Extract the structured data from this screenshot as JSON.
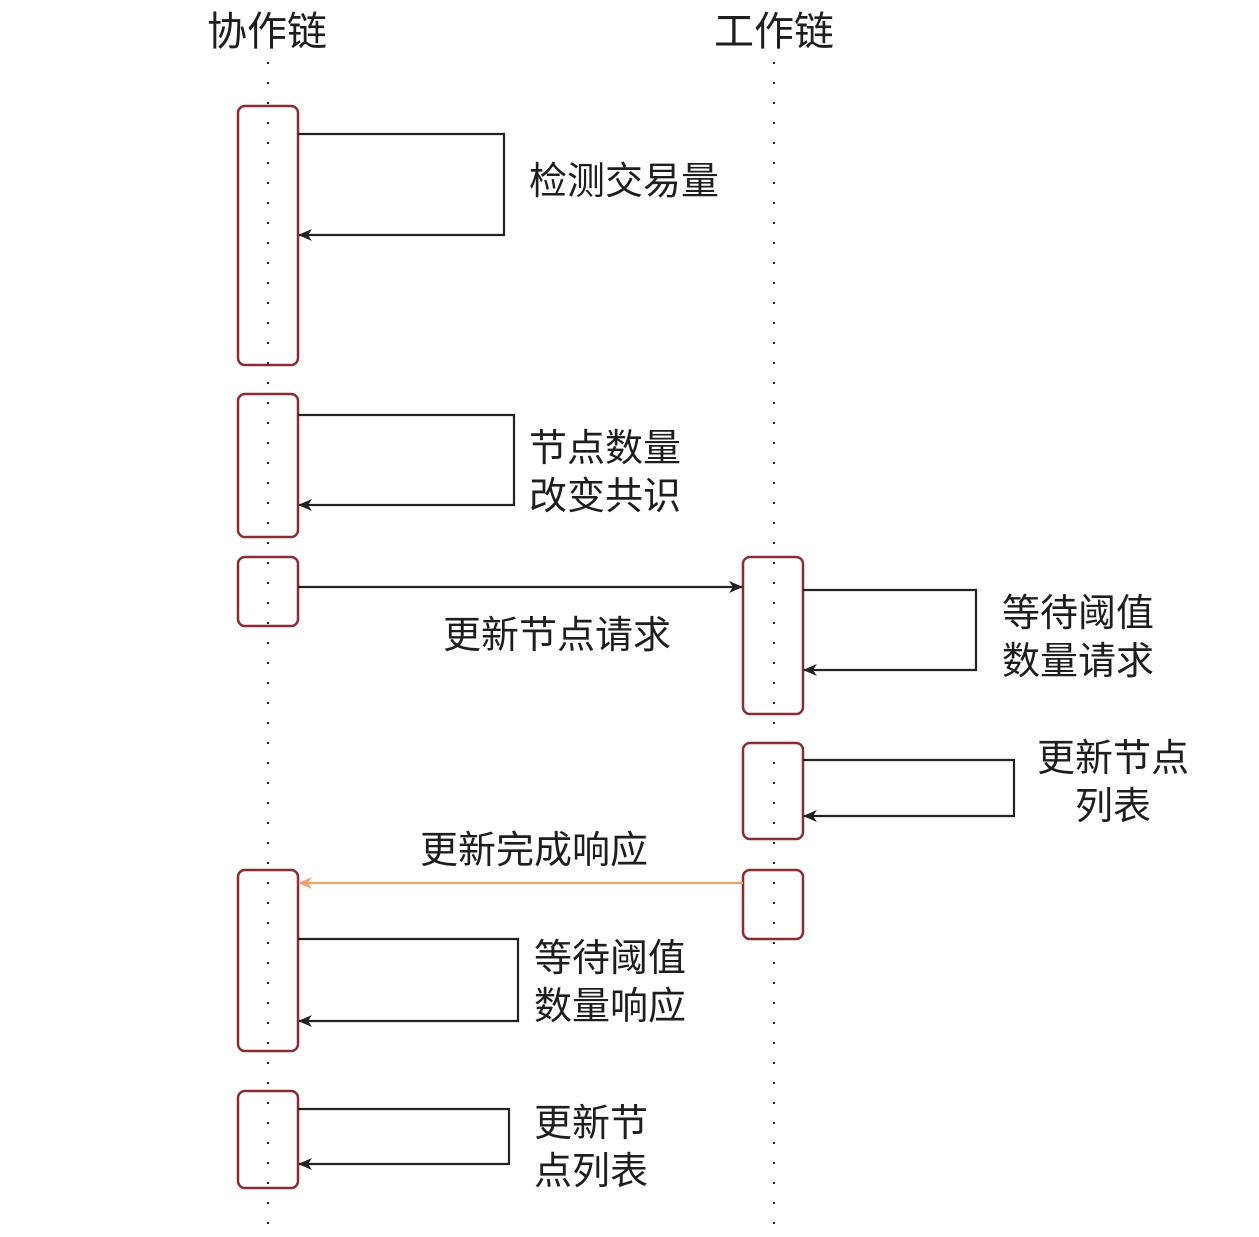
{
  "lifelines": [
    {
      "id": "coop",
      "title": "协作链"
    },
    {
      "id": "work",
      "title": "工作链"
    }
  ],
  "colors": {
    "activation_border": "#8b2c33",
    "message": "#222222",
    "response": "#f0a06a",
    "lifeline": "#222222"
  },
  "messages": [
    {
      "id": "m1",
      "from": "coop",
      "to": "coop",
      "kind": "self",
      "label": "检测交易量"
    },
    {
      "id": "m2",
      "from": "coop",
      "to": "coop",
      "kind": "self",
      "label": "节点数量\n改变共识"
    },
    {
      "id": "m3",
      "from": "coop",
      "to": "work",
      "kind": "sync",
      "label": "更新节点请求"
    },
    {
      "id": "m4",
      "from": "work",
      "to": "work",
      "kind": "self",
      "label": "等待阈值\n数量请求"
    },
    {
      "id": "m5",
      "from": "work",
      "to": "work",
      "kind": "self",
      "label": "更新节点\n列表"
    },
    {
      "id": "m6",
      "from": "work",
      "to": "coop",
      "kind": "response",
      "label": "更新完成响应"
    },
    {
      "id": "m7",
      "from": "coop",
      "to": "coop",
      "kind": "self",
      "label": "等待阈值\n数量响应"
    },
    {
      "id": "m8",
      "from": "coop",
      "to": "coop",
      "kind": "self",
      "label": "更新节\n点列表"
    }
  ]
}
